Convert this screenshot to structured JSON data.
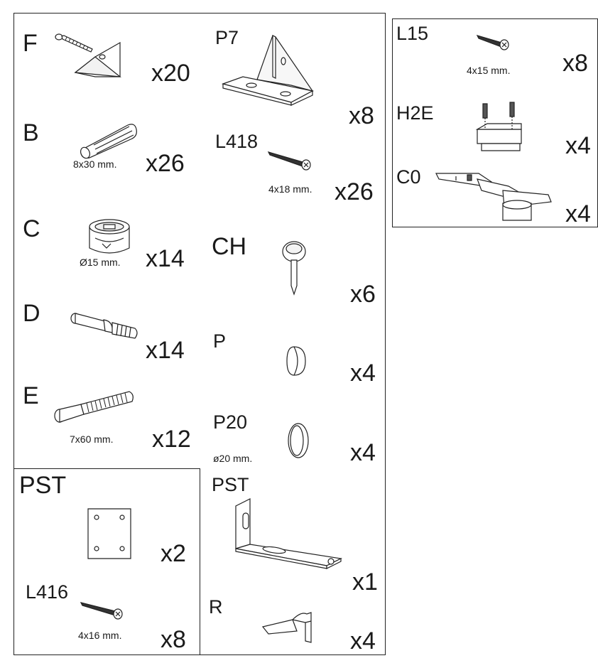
{
  "main_panel": {
    "items": [
      {
        "code": "F",
        "qty": "x20",
        "dim": "",
        "icon": "cam-screw-with-plate-icon"
      },
      {
        "code": "B",
        "qty": "x26",
        "dim": "8x30 mm.",
        "icon": "wooden-dowel-icon"
      },
      {
        "code": "C",
        "qty": "x14",
        "dim": "Ø15 mm.",
        "icon": "cam-lock-icon"
      },
      {
        "code": "D",
        "qty": "x14",
        "dim": "",
        "icon": "cam-bolt-icon"
      },
      {
        "code": "E",
        "qty": "x12",
        "dim": "7x60 mm.",
        "icon": "connector-bolt-icon"
      },
      {
        "code": "P7",
        "qty": "x8",
        "dim": "",
        "icon": "triangular-bracket-icon"
      },
      {
        "code": "L418",
        "qty": "x26",
        "dim": "4x18 mm.",
        "icon": "screw-icon"
      },
      {
        "code": "CH",
        "qty": "x6",
        "dim": "",
        "icon": "nail-icon"
      },
      {
        "code": "P",
        "qty": "x4",
        "dim": "",
        "icon": "cap-icon"
      },
      {
        "code": "P20",
        "qty": "x4",
        "dim": "ø20 mm.",
        "icon": "round-cap-icon"
      }
    ]
  },
  "pst_subpanel": {
    "title": "PST",
    "plate_qty": "x2",
    "screw_code": "L416",
    "screw_dim": "4x16 mm.",
    "screw_qty": "x8"
  },
  "pst_bracket": {
    "code": "PST",
    "qty": "x1"
  },
  "shelf_support": {
    "code": "R",
    "qty": "x4"
  },
  "side_panel": {
    "items": [
      {
        "code": "L15",
        "qty": "x8",
        "dim": "4x15 mm."
      },
      {
        "code": "H2E",
        "qty": "x4",
        "dim": ""
      },
      {
        "code": "C0",
        "qty": "x4",
        "dim": ""
      }
    ]
  }
}
